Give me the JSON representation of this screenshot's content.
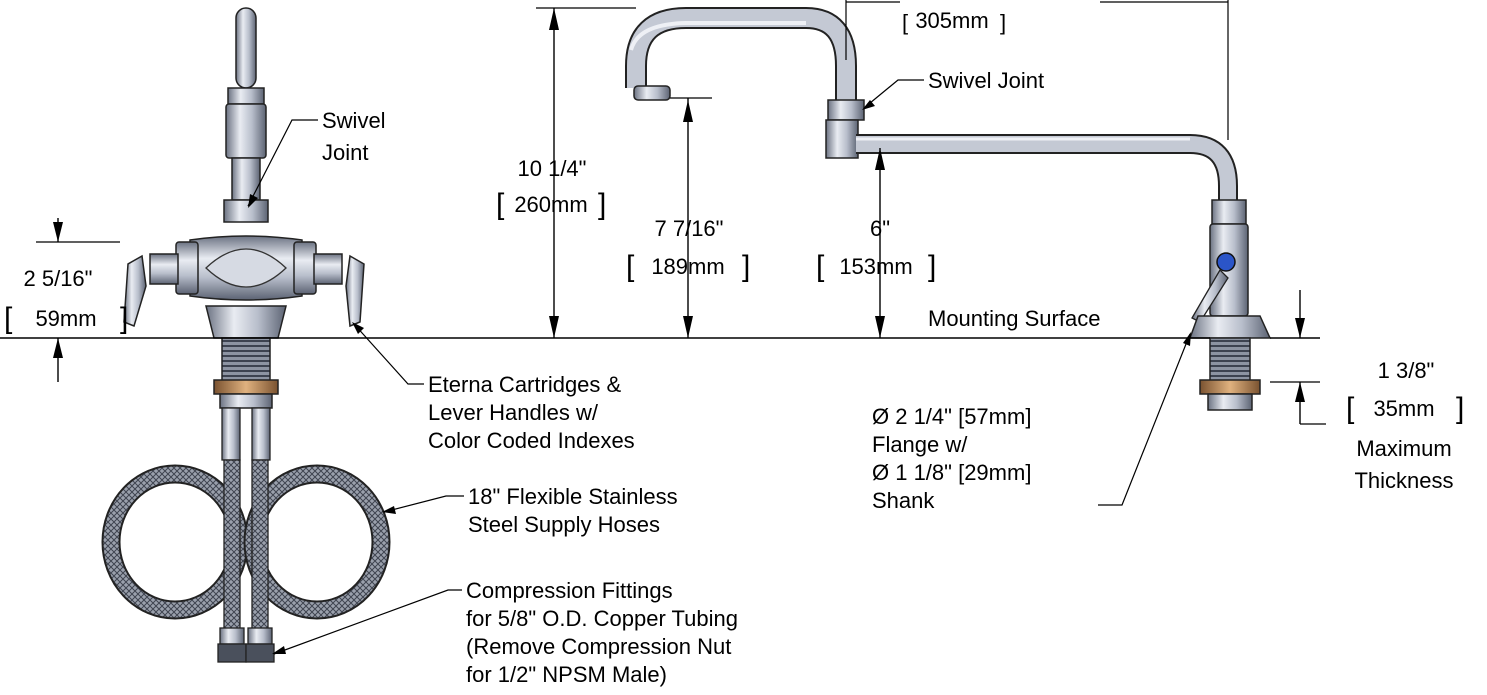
{
  "labels": {
    "swivel_joint_left_1": "Swivel",
    "swivel_joint_left_2": "Joint",
    "swivel_joint_right": "Swivel Joint",
    "dim_spout_reach_mm": "305mm",
    "dim_height_in": "10 1/4\"",
    "dim_height_mm": "260mm",
    "dim_spout_clear_in": "7 7/16\"",
    "dim_spout_clear_mm": "189mm",
    "dim_outlet_in": "6\"",
    "dim_outlet_mm": "153mm",
    "dim_handle_in": "2 5/16\"",
    "dim_handle_mm": "59mm",
    "mounting_surface": "Mounting Surface",
    "cartridges_1": "Eterna Cartridges &",
    "cartridges_2": "Lever Handles w/",
    "cartridges_3": "Color Coded Indexes",
    "hoses_1": "18\" Flexible Stainless",
    "hoses_2": "Steel Supply Hoses",
    "fittings_1": "Compression Fittings",
    "fittings_2": "for 5/8\" O.D. Copper Tubing",
    "fittings_3": "(Remove Compression Nut",
    "fittings_4": "for 1/2\" NPSM Male)",
    "flange_1": "Ø 2 1/4\" [57mm]",
    "flange_2": "Flange w/",
    "flange_3": "Ø 1 1/8\" [29mm]",
    "flange_4": "Shank",
    "thickness_in": "1 3/8\"",
    "thickness_mm": "35mm",
    "thickness_1": "Maximum",
    "thickness_2": "Thickness"
  },
  "colors": {
    "chrome_light": "#e2e6ee",
    "chrome_mid": "#a9b0be",
    "chrome_dark": "#5f6676",
    "brass": "#b8895a",
    "index_blue": "#2b55c8"
  }
}
